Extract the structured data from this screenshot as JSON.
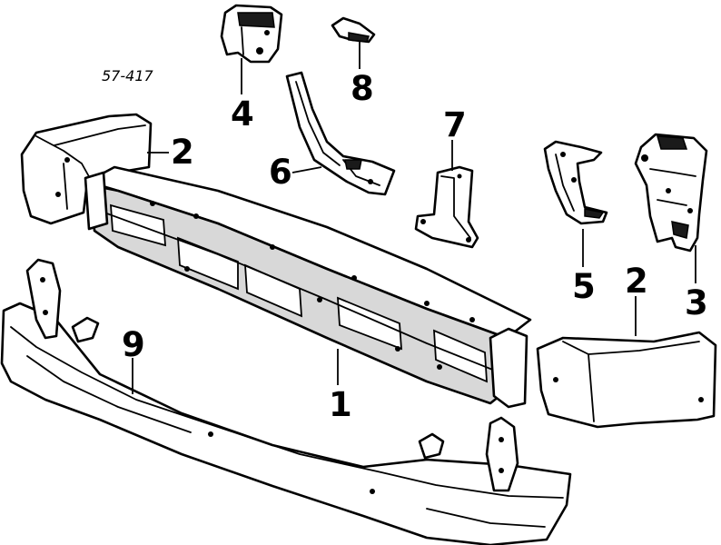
{
  "reference_code": "57-417",
  "callouts": [
    {
      "id": "main-beam",
      "label": "1"
    },
    {
      "id": "end-cap-left",
      "label": "2"
    },
    {
      "id": "end-cap-right",
      "label": "2"
    },
    {
      "id": "mount-bracket-right",
      "label": "3"
    },
    {
      "id": "mount-bracket-left",
      "label": "4"
    },
    {
      "id": "side-brace-right",
      "label": "5"
    },
    {
      "id": "support-arm",
      "label": "6"
    },
    {
      "id": "center-bracket",
      "label": "7"
    },
    {
      "id": "small-clip",
      "label": "8"
    },
    {
      "id": "lower-cover",
      "label": "9"
    }
  ]
}
